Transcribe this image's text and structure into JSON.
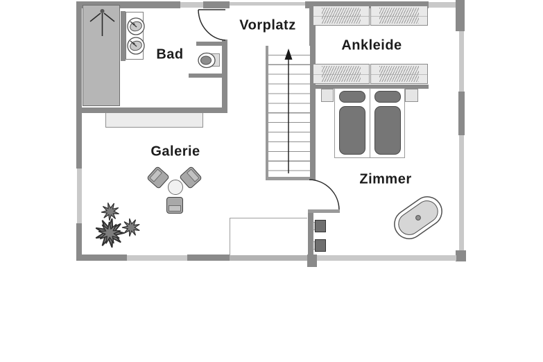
{
  "plan": {
    "type": "floor-plan",
    "floor": "upper",
    "language": "de"
  },
  "rooms": [
    {
      "id": "bad",
      "label": "Bad"
    },
    {
      "id": "vorplatz",
      "label": "Vorplatz"
    },
    {
      "id": "ankleide",
      "label": "Ankleide"
    },
    {
      "id": "zimmer",
      "label": "Zimmer"
    },
    {
      "id": "galerie",
      "label": "Galerie"
    }
  ],
  "icons": {
    "shower": "shower-head-icon",
    "sinks": "double-washbasin-icon",
    "toilet": "toilet-icon",
    "stairs": "stairs-up-arrow-icon",
    "bathtub": "freestanding-bathtub-icon",
    "plants": "potted-plant-icon",
    "bed": "double-bed-icon"
  },
  "colors": {
    "wall_dark": "#8a8a8a",
    "window_light": "#c9c9c9",
    "furniture_dark": "#767676",
    "furniture_light": "#e9e9e9",
    "shower_fill": "#b6b6b6",
    "text": "#1c1c1c",
    "background": "#ffffff"
  }
}
